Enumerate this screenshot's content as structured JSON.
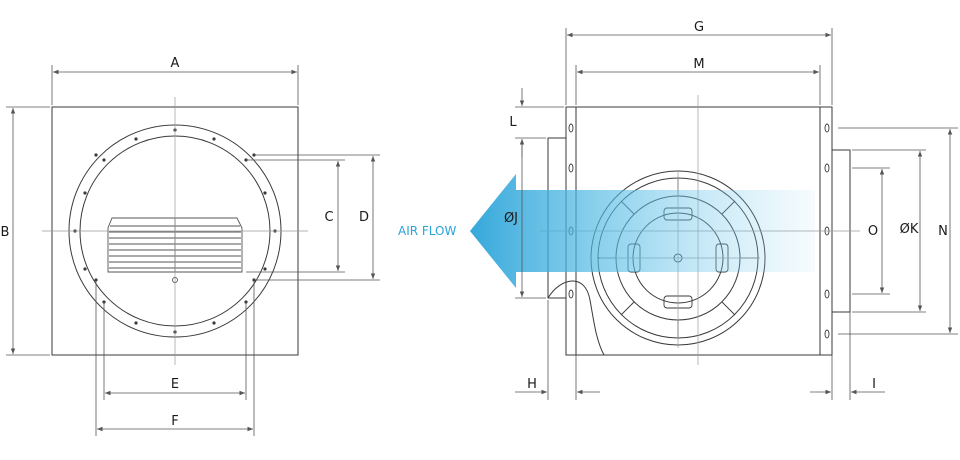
{
  "drawing": {
    "front_view": {
      "dims": {
        "A": "A",
        "B": "B",
        "C": "C",
        "D": "D",
        "E": "E",
        "F": "F"
      }
    },
    "side_view": {
      "dims": {
        "G": "G",
        "M": "M",
        "L": "L",
        "J": "ØJ",
        "O": "O",
        "K": "ØK",
        "N": "N",
        "H": "H",
        "I": "I"
      },
      "airflow_label": "AIR FLOW"
    }
  },
  "colors": {
    "line": "#3a3a3a",
    "dim_line": "#555555",
    "center_line": "#9a9a9a",
    "airflow": "#2aa3d8",
    "background": "#ffffff"
  }
}
